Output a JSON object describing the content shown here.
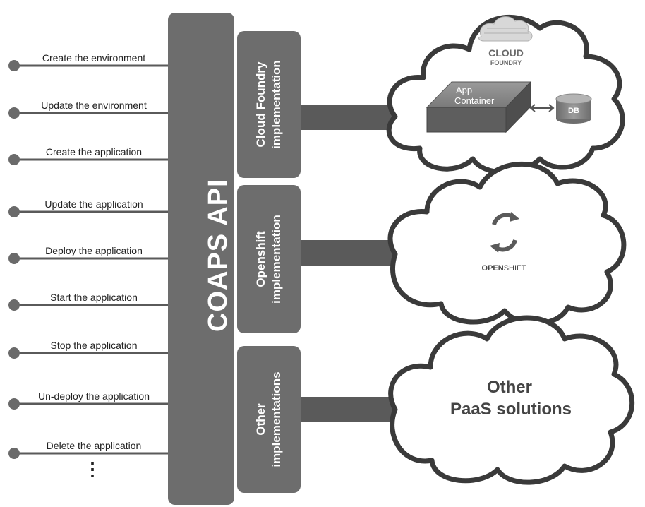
{
  "api": {
    "title": "COAPS API"
  },
  "operations": [
    "Create the environment",
    "Update the environment",
    "Create the application",
    "Update the application",
    "Deploy the application",
    "Start the application",
    "Stop the application",
    "Un-deploy the application",
    "Delete the application"
  ],
  "more_marker": "⋮",
  "implementations": [
    {
      "line1": "Cloud Foundry",
      "line2": "implementation"
    },
    {
      "line1": "Openshift",
      "line2": "implementation"
    },
    {
      "line1": "Other",
      "line2": "implementations"
    }
  ],
  "clouds": {
    "cloudfoundry": {
      "logo_line1": "CLOUD",
      "logo_line2": "FOUNDRY",
      "container_line1": "App",
      "container_line2": "Container",
      "db_label": "DB"
    },
    "openshift": {
      "logo_bold": "OPEN",
      "logo_rest": "SHIFT"
    },
    "other": {
      "line1": "Other",
      "line2": "PaaS solutions"
    }
  },
  "colors": {
    "api_bar": "#6d6d6d",
    "impl_box": "#6d6d6d",
    "connector": "#5a5a5a",
    "dot": "#6a6a6a",
    "cloud_stroke": "#3a3a3a"
  }
}
